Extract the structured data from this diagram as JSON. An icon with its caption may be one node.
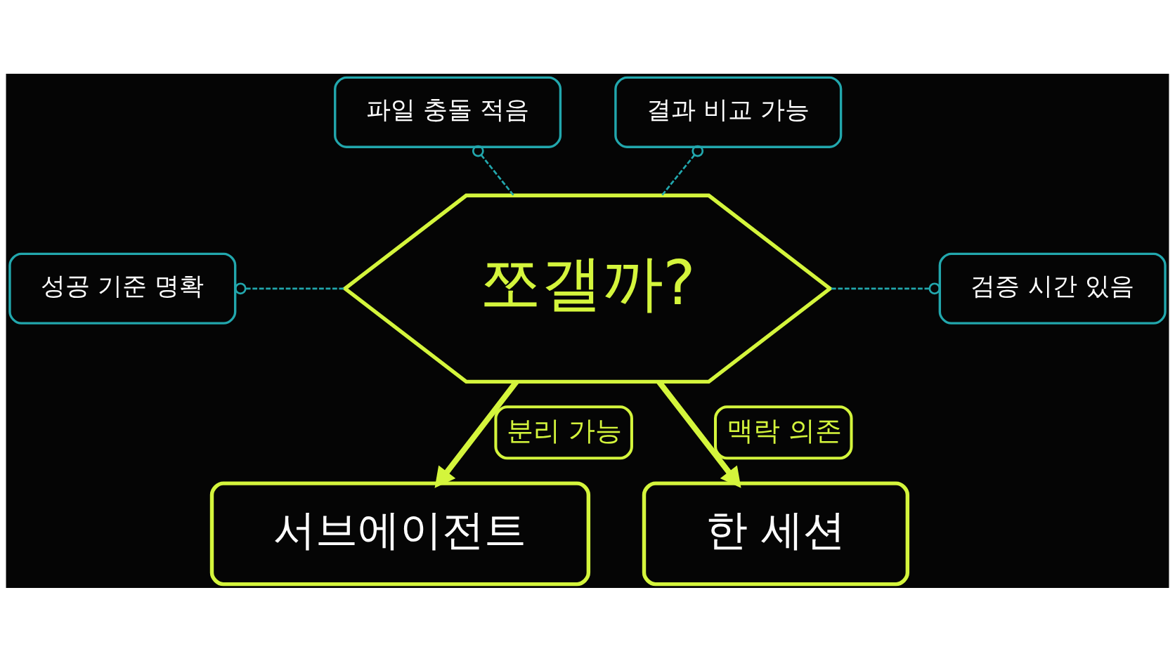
{
  "diagram": {
    "nodes": [
      {
        "text": [
          "파일 충돌 적음"
        ]
      },
      {
        "text": [
          "결과 비교 가능"
        ]
      },
      {
        "text": [
          "쪼갤까?"
        ]
      },
      {
        "text": [
          "성공 기준 명확"
        ]
      },
      {
        "text": [
          "검증 시간 있음"
        ]
      },
      {
        "text": [
          "서브에이전트"
        ]
      },
      {
        "text": [
          "한 세션"
        ]
      }
    ],
    "edges": [
      {
        "from": 0,
        "to": 2,
        "arrow": "other",
        "style": "dashed"
      },
      {
        "from": 3,
        "to": 2,
        "arrow": "other",
        "style": "dashed"
      },
      {
        "from": 1,
        "to": 2,
        "arrow": "other",
        "style": "dashed"
      },
      {
        "from": 4,
        "to": 2,
        "arrow": "other",
        "style": "dashed"
      },
      {
        "from": 2,
        "to": 5,
        "arrow": "to",
        "label": "분리 가능",
        "color": "#d4f53c",
        "style": "thick"
      },
      {
        "from": 2,
        "to": 6,
        "arrow": "to",
        "label": "맥락 의존",
        "color": "#d4f53c",
        "style": "thick"
      }
    ]
  }
}
